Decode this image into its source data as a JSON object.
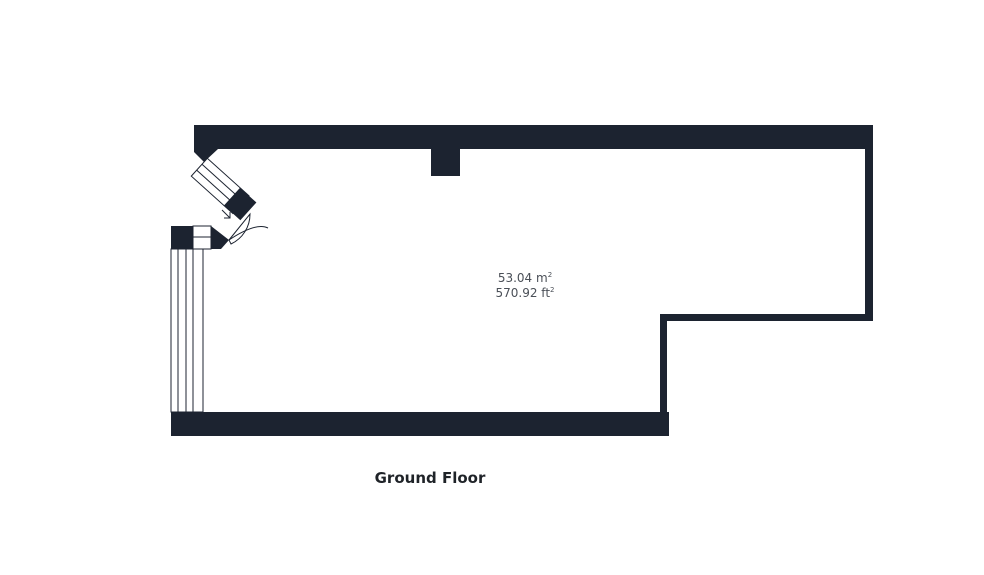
{
  "plan": {
    "floor_name": "Ground Floor",
    "area_m2": "53.04 m",
    "area_ft2": "570.92 ft",
    "area_unit_sup": "2",
    "wall_color": "#1c2330"
  }
}
